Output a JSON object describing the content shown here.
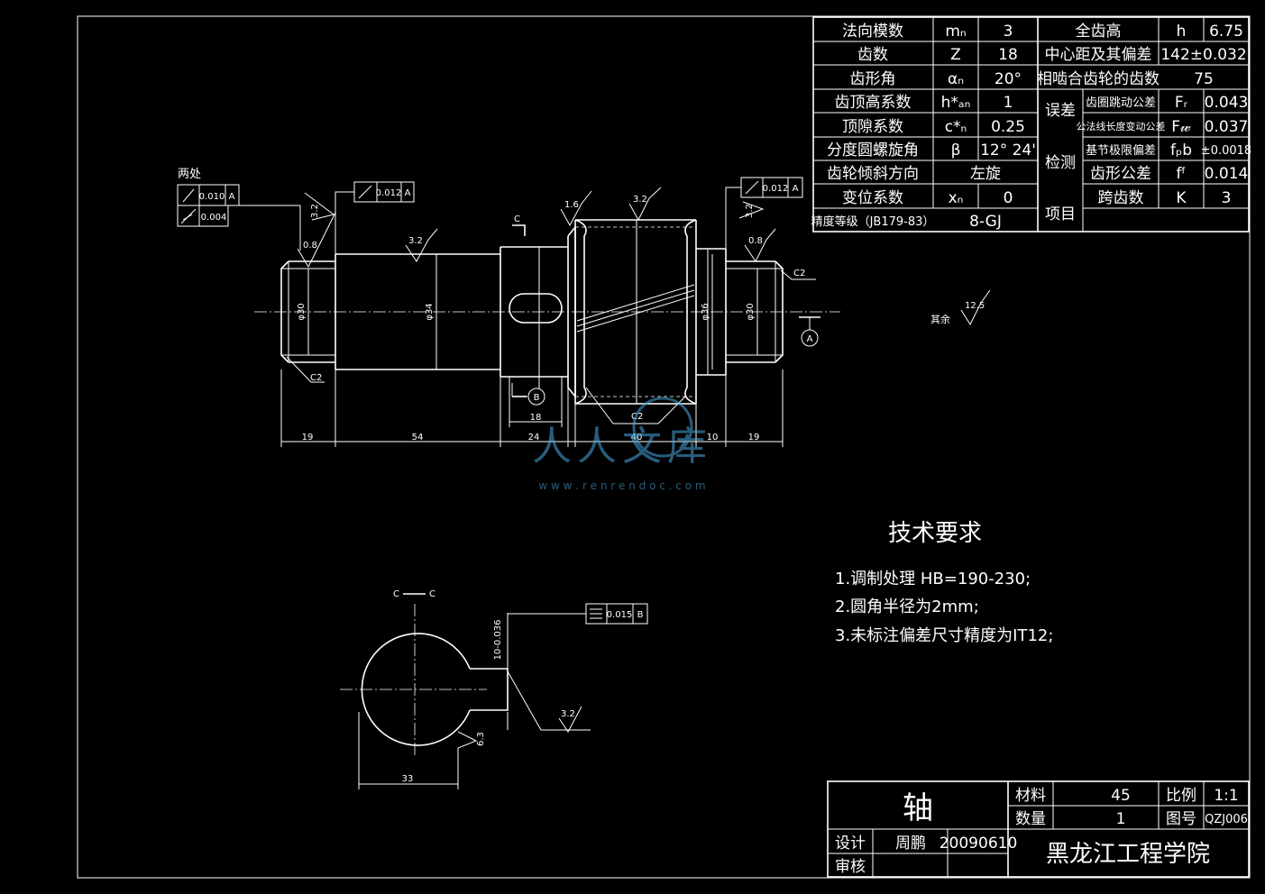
{
  "params": {
    "rows": [
      {
        "name": "法向模数",
        "sym": "mₙ",
        "val": "3"
      },
      {
        "name": "齿数",
        "sym": "Z",
        "val": "18"
      },
      {
        "name": "齿形角",
        "sym": "αₙ",
        "val": "20°"
      },
      {
        "name": "齿顶高系数",
        "sym": "h*ₐₙ",
        "val": "1"
      },
      {
        "name": "顶隙系数",
        "sym": "c*ₙ",
        "val": "0.25"
      },
      {
        "name": "分度圆螺旋角",
        "sym": "β",
        "val": "12° 24'"
      },
      {
        "name": "齿轮倾斜方向",
        "val": "左旋"
      },
      {
        "name": "变位系数",
        "sym": "xₙ",
        "val": "0"
      },
      {
        "name": "精度等级（JB179-83）",
        "val": "8-GJ"
      }
    ],
    "right_top": [
      {
        "name": "全齿高",
        "sym": "h",
        "val": "6.75"
      },
      {
        "name": "中心距及其偏差",
        "val": "142±0.032"
      },
      {
        "name": "相啮合齿轮的齿数",
        "val": "75"
      }
    ],
    "inspect_label": [
      "误差",
      "检测",
      "项目"
    ],
    "inspect": [
      {
        "name": "齿圈跳动公差",
        "sym": "Fᵣ",
        "val": "0.043"
      },
      {
        "name": "公法线长度变动公差",
        "sym": "F𝓌",
        "val": "0.037"
      },
      {
        "name": "基节极限偏差",
        "sym": "fₚb",
        "val": "±0.0018"
      },
      {
        "name": "齿形公差",
        "sym": "fᶠ",
        "val": "0.014"
      },
      {
        "name": "跨齿数",
        "sym": "K",
        "val": "3"
      }
    ]
  },
  "annotations": {
    "two_places": "两处",
    "runout_a": "0.010",
    "runout_b": "0.004",
    "runout_c": "0.012",
    "runout_d": "0.012",
    "datum_a": "A",
    "datum_b": "B",
    "datum_c": "C",
    "rough_32": "3.2",
    "rough_08": "0.8",
    "rough_16": "1.6",
    "rough_125": "12.5",
    "rough_63": "6.3",
    "rest": "其余",
    "chamfer": "C2",
    "dia_34": "φ34",
    "dia_36": "φ36",
    "dia_30": "φ30",
    "dims": [
      "19",
      "54",
      "24",
      "40",
      "10",
      "19",
      "18"
    ],
    "key_tol": "0.015",
    "key_width": "10-0.036",
    "sect_dim": "33",
    "watermark": "人人文库",
    "watermark_url": "w w w . r e n r e n d o c . c o m"
  },
  "tech": {
    "title": "技术要求",
    "items": [
      "1.调制处理 HB=190-230;",
      "2.圆角半径为2mm;",
      "3.未标注偏差尺寸精度为IT12;"
    ]
  },
  "titleblock": {
    "part": "轴",
    "material_label": "材料",
    "material": "45",
    "scale_label": "比例",
    "scale": "1:1",
    "qty_label": "数量",
    "qty": "1",
    "drawno_label": "图号",
    "drawno": "QZJ006",
    "design_label": "设计",
    "designer": "周鹏",
    "date": "20090610",
    "review_label": "审核",
    "school": "黑龙江工程学院"
  }
}
